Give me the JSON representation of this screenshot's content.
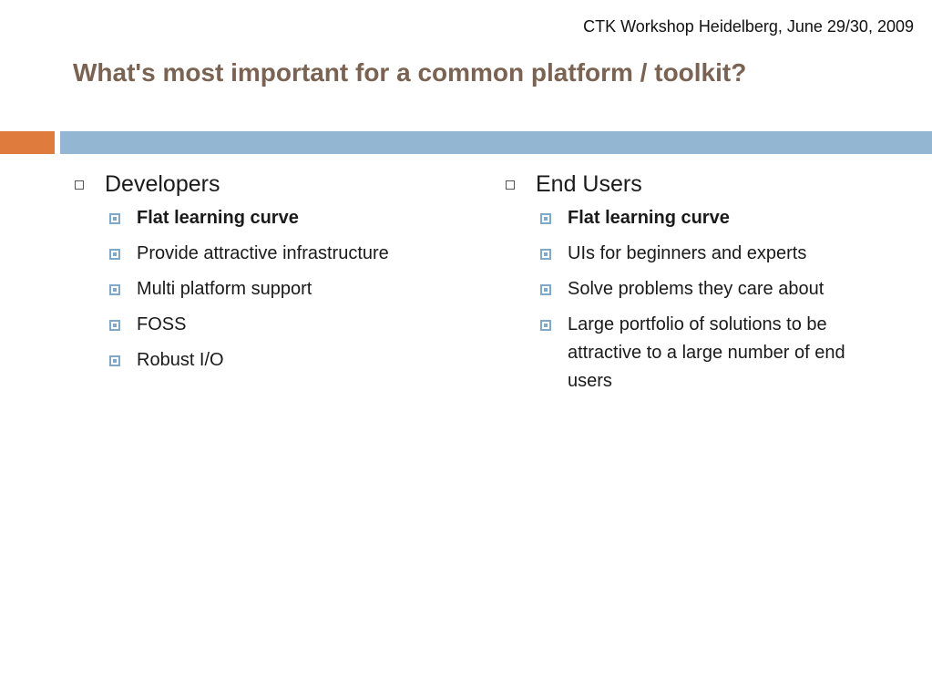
{
  "header": {
    "event": "CTK Workshop Heidelberg, June 29/30, 2009"
  },
  "slide": {
    "title": "What's most important for a common platform / toolkit?"
  },
  "columns": [
    {
      "heading": "Developers",
      "items": [
        "Flat learning curve",
        "Provide attractive infrastructure",
        "Multi platform support",
        "FOSS",
        "Robust I/O"
      ]
    },
    {
      "heading": "End Users",
      "items": [
        "Flat learning curve",
        "UIs for beginners and experts",
        "Solve problems they care about",
        "Large portfolio of solutions to be attractive to a large number of end users"
      ]
    }
  ],
  "colors": {
    "title": "#7a6352",
    "accent_orange": "#e07b3e",
    "accent_blue": "#93b7d3",
    "bullet_blue": "#7fa8c9"
  }
}
